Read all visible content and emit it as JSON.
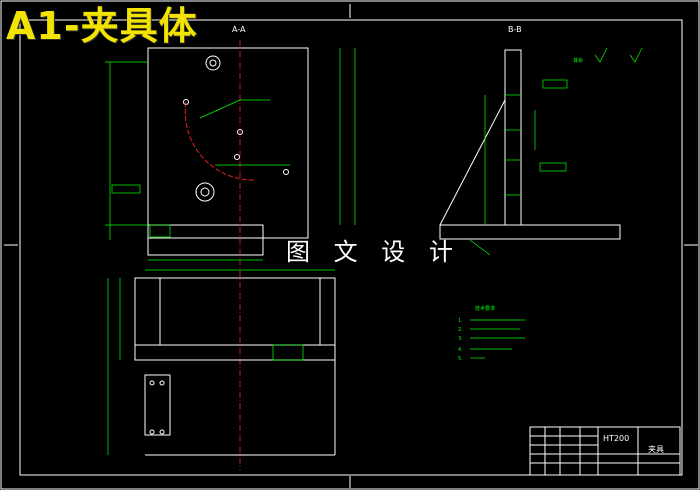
{
  "title": "A1-夹具体",
  "watermark": "图 文 设 计",
  "section_labels": {
    "aa": "A-A",
    "bb": "B-B"
  },
  "roughness_note": "其余",
  "material": "HT200",
  "title_block_name": "夹具",
  "tech_heading": "技术要求",
  "tech_notes": [
    "1.",
    "2.",
    "3.",
    "4.",
    "5."
  ]
}
